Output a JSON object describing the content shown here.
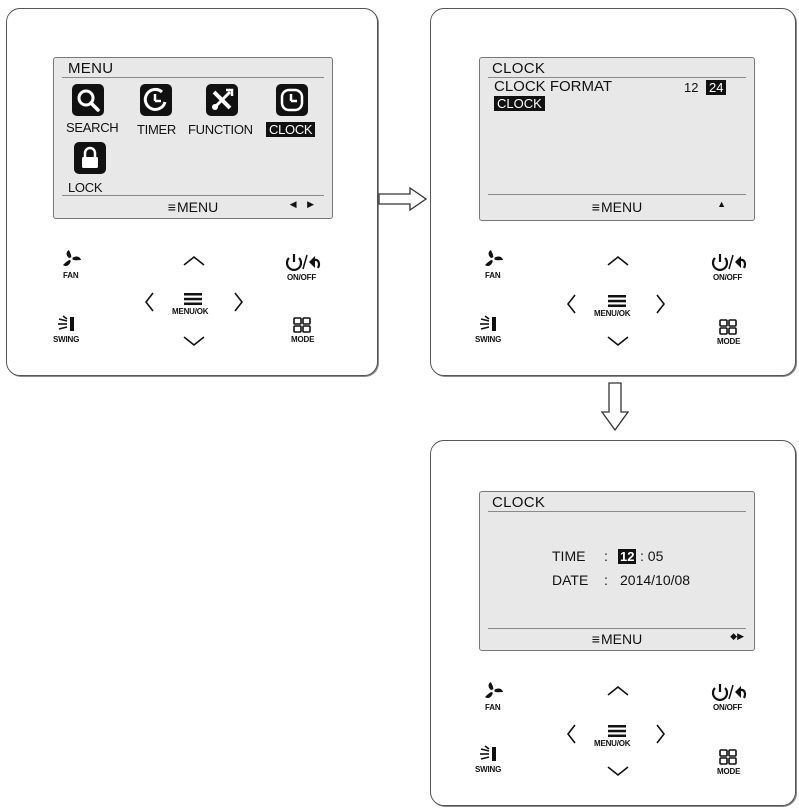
{
  "screen1": {
    "title": "MENU",
    "items": [
      {
        "label": "SEARCH"
      },
      {
        "label": "TIMER"
      },
      {
        "label": "FUNCTION"
      },
      {
        "label": "CLOCK"
      },
      {
        "label": "LOCK"
      }
    ],
    "footer": "MENU",
    "footer_nav": "◀ ▶"
  },
  "screen2": {
    "title": "CLOCK",
    "row1_label": "CLOCK FORMAT",
    "format_12": "12",
    "format_24": "24",
    "row2_label": "CLOCK",
    "footer": "MENU",
    "footer_nav": "▲"
  },
  "screen3": {
    "title": "CLOCK",
    "time_label": "TIME",
    "colon": ":",
    "time_hour": "12",
    "time_minute": ": 05",
    "date_label": "DATE",
    "date_value": "2014/10/08",
    "footer": "MENU",
    "footer_nav": "◆▶"
  },
  "buttons": {
    "fan": "FAN",
    "swing": "SWING",
    "menu_ok": "MENU/OK",
    "on_off": "ON/OFF",
    "mode": "MODE",
    "power_slash": "/"
  },
  "icons": [
    "magnifier-icon",
    "timer-icon",
    "tools-icon",
    "clock-icon",
    "lock-icon",
    "fan-icon",
    "swing-icon",
    "hamburger-icon",
    "power-icon",
    "back-arrow-icon",
    "mode-grid-icon",
    "chevron-up-icon",
    "chevron-down-icon",
    "chevron-left-icon",
    "chevron-right-icon",
    "arrow-right-icon",
    "arrow-down-icon"
  ]
}
